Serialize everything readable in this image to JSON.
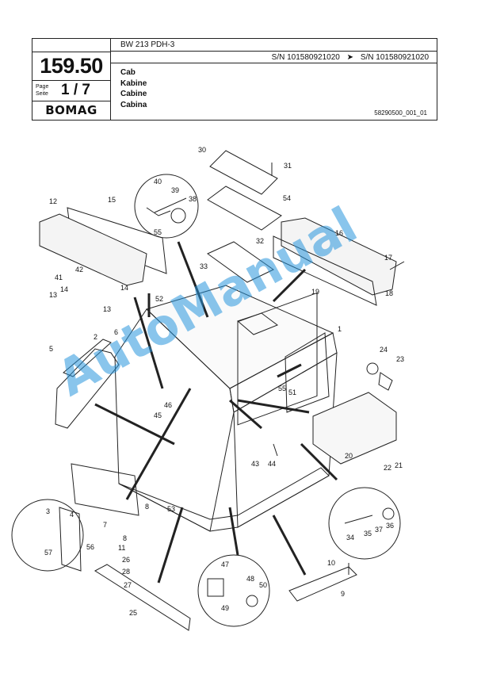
{
  "header": {
    "page_number": "159.50",
    "page_label": "Page\nSeite",
    "page_of": "1 / 7",
    "logo": "BOMAG",
    "model": "BW 213 PDH-3",
    "serial_from": "S/N 101580921020",
    "serial_arrow": "➤",
    "serial_to": "S/N 101580921020",
    "names": [
      "Cab",
      "Kabine",
      "Cabine",
      "Cabina"
    ],
    "doc_code": "58290500_001_01"
  },
  "watermark": "AutoManual",
  "callouts": [
    "1",
    "2",
    "3",
    "4",
    "5",
    "6",
    "7",
    "8",
    "8",
    "9",
    "10",
    "11",
    "12",
    "13",
    "13",
    "14",
    "14",
    "15",
    "16",
    "17",
    "18",
    "19",
    "20",
    "21",
    "22",
    "23",
    "24",
    "25",
    "26",
    "27",
    "28",
    "30",
    "31",
    "32",
    "33",
    "34",
    "35",
    "36",
    "37",
    "38",
    "39",
    "40",
    "41",
    "42",
    "43",
    "44",
    "45",
    "46",
    "47",
    "48",
    "49",
    "50",
    "51",
    "52",
    "53",
    "54",
    "55",
    "55",
    "56",
    "57"
  ]
}
